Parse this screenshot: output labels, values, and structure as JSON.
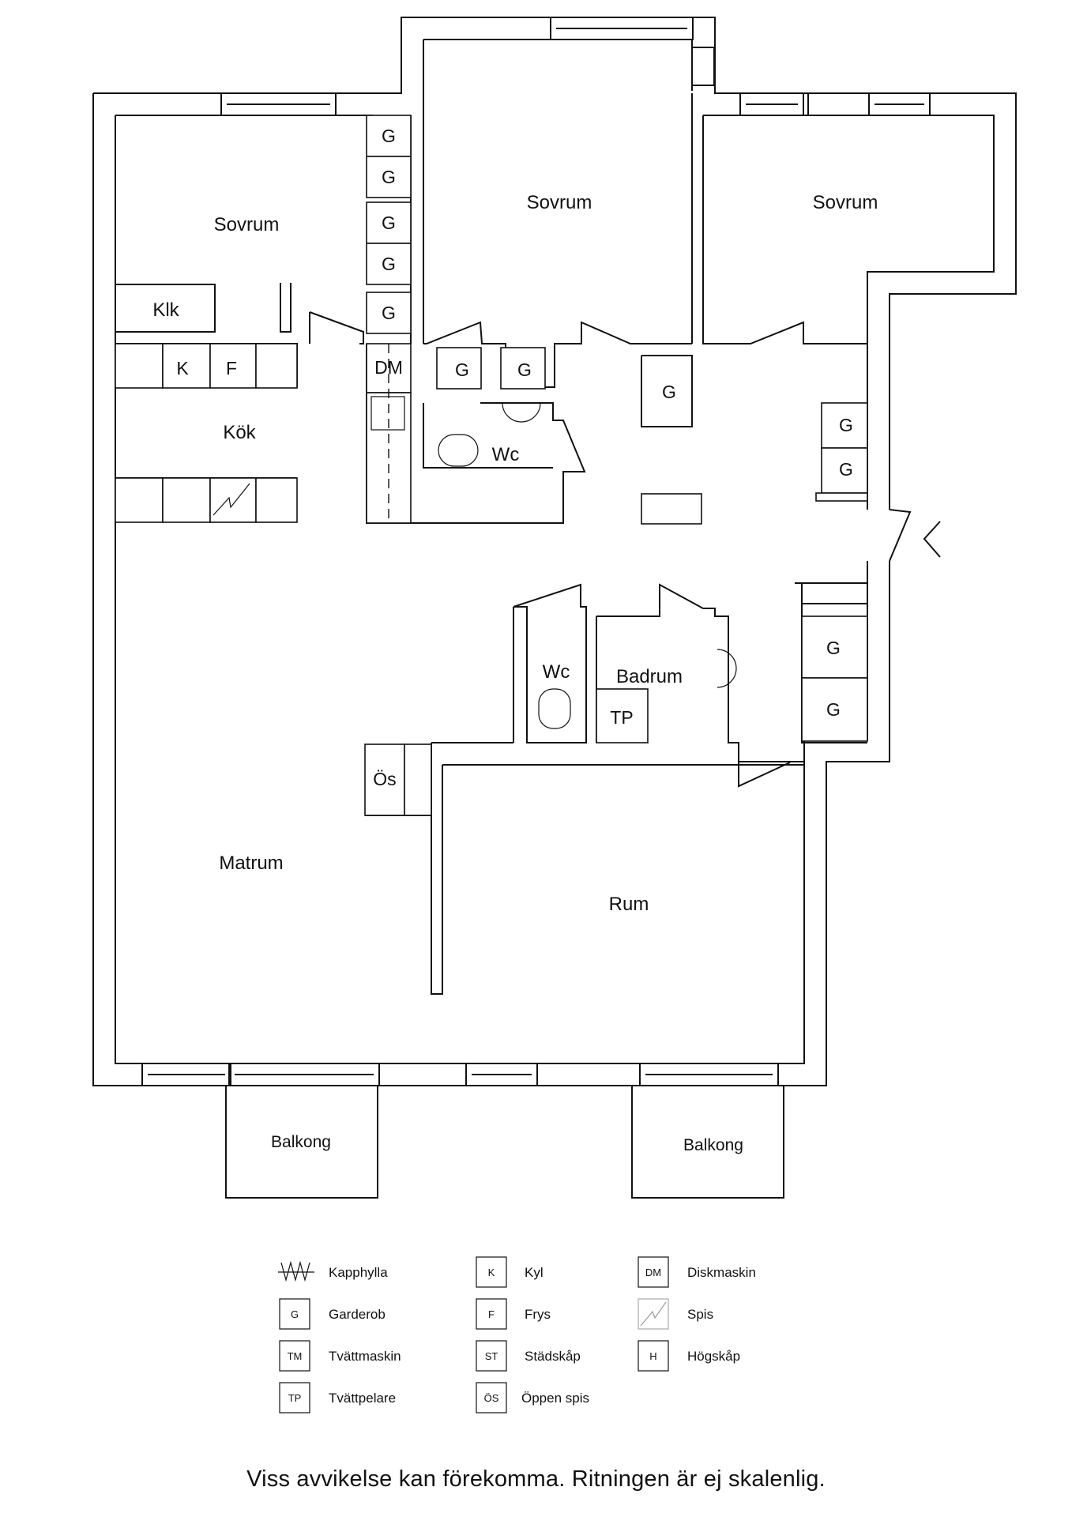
{
  "rooms": {
    "sovrum_left": "Sovrum",
    "sovrum_middle": "Sovrum",
    "sovrum_right": "Sovrum",
    "klk": "Klk",
    "kok": "Kök",
    "wc_upper": "Wc",
    "wc_lower": "Wc",
    "badrum": "Badrum",
    "matrum": "Matrum",
    "rum": "Rum",
    "balkong_left": "Balkong",
    "balkong_right": "Balkong"
  },
  "fixtures": {
    "garderob": "G",
    "kyl": "K",
    "frys": "F",
    "diskmaskin": "DM",
    "tvattpelare": "TP",
    "oppen_spis": "Ös"
  },
  "legend": {
    "kapphylla": "Kapphylla",
    "garderob_code": "G",
    "garderob": "Garderob",
    "tvattmaskin_code": "TM",
    "tvattmaskin": "Tvättmaskin",
    "tvattpelare_code": "TP",
    "tvattpelare": "Tvättpelare",
    "kyl_code": "K",
    "kyl": "Kyl",
    "frys_code": "F",
    "frys": "Frys",
    "stadskap_code": "ST",
    "stadskap": "Städskåp",
    "oppen_spis_code": "ÖS",
    "oppen_spis": "Öppen spis",
    "diskmaskin_code": "DM",
    "diskmaskin": "Diskmaskin",
    "spis": "Spis",
    "hogskap_code": "H",
    "hogskap": "Högskåp"
  },
  "footer": "Viss avvikelse kan förekomma. Ritningen är ej skalenlig."
}
